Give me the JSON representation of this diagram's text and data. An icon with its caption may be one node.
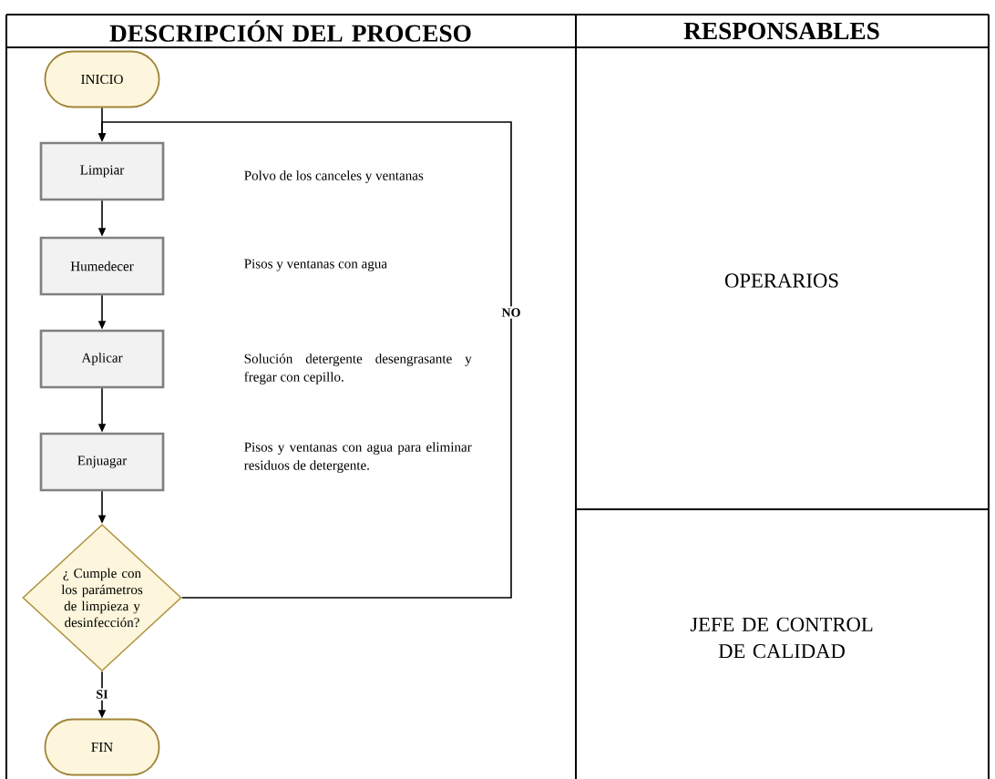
{
  "diagram": {
    "nodes": [
      {
        "text": [
          "INICIO"
        ]
      },
      {
        "text": [
          "Limpiar"
        ]
      },
      {
        "text": [
          "Humedecer"
        ]
      },
      {
        "text": [
          "Aplicar"
        ]
      },
      {
        "text": [
          "Enjuagar"
        ]
      },
      {
        "text": [
          "¿ Cumple con los parámetros de limpieza y desinfección?"
        ]
      },
      {
        "text": [
          "FIN"
        ]
      }
    ],
    "edges": [
      {
        "from": 0,
        "to": 1,
        "arrow": "to"
      },
      {
        "from": 1,
        "to": 2,
        "arrow": "to"
      },
      {
        "from": 2,
        "to": 3,
        "arrow": "to"
      },
      {
        "from": 3,
        "to": 4,
        "arrow": "to"
      },
      {
        "from": 4,
        "to": 5,
        "arrow": "to"
      },
      {
        "from": 5,
        "to": 1,
        "arrow": "to",
        "label": "NO"
      },
      {
        "from": 5,
        "to": 6,
        "arrow": "to",
        "label": "SI"
      }
    ],
    "labels": [
      "DESCRIPCIÓN DEL PROCESO",
      "RESPONSABLES",
      "Polvo de los canceles y ventanas",
      "Pisos y ventanas con agua",
      "OPERARIOS",
      "Solución detergente desengrasante y fregar con cepillo.",
      "Pisos y ventanas con agua para eliminar residuos de detergente.",
      "JEFE DE CONTROL DE CALIDAD"
    ]
  }
}
